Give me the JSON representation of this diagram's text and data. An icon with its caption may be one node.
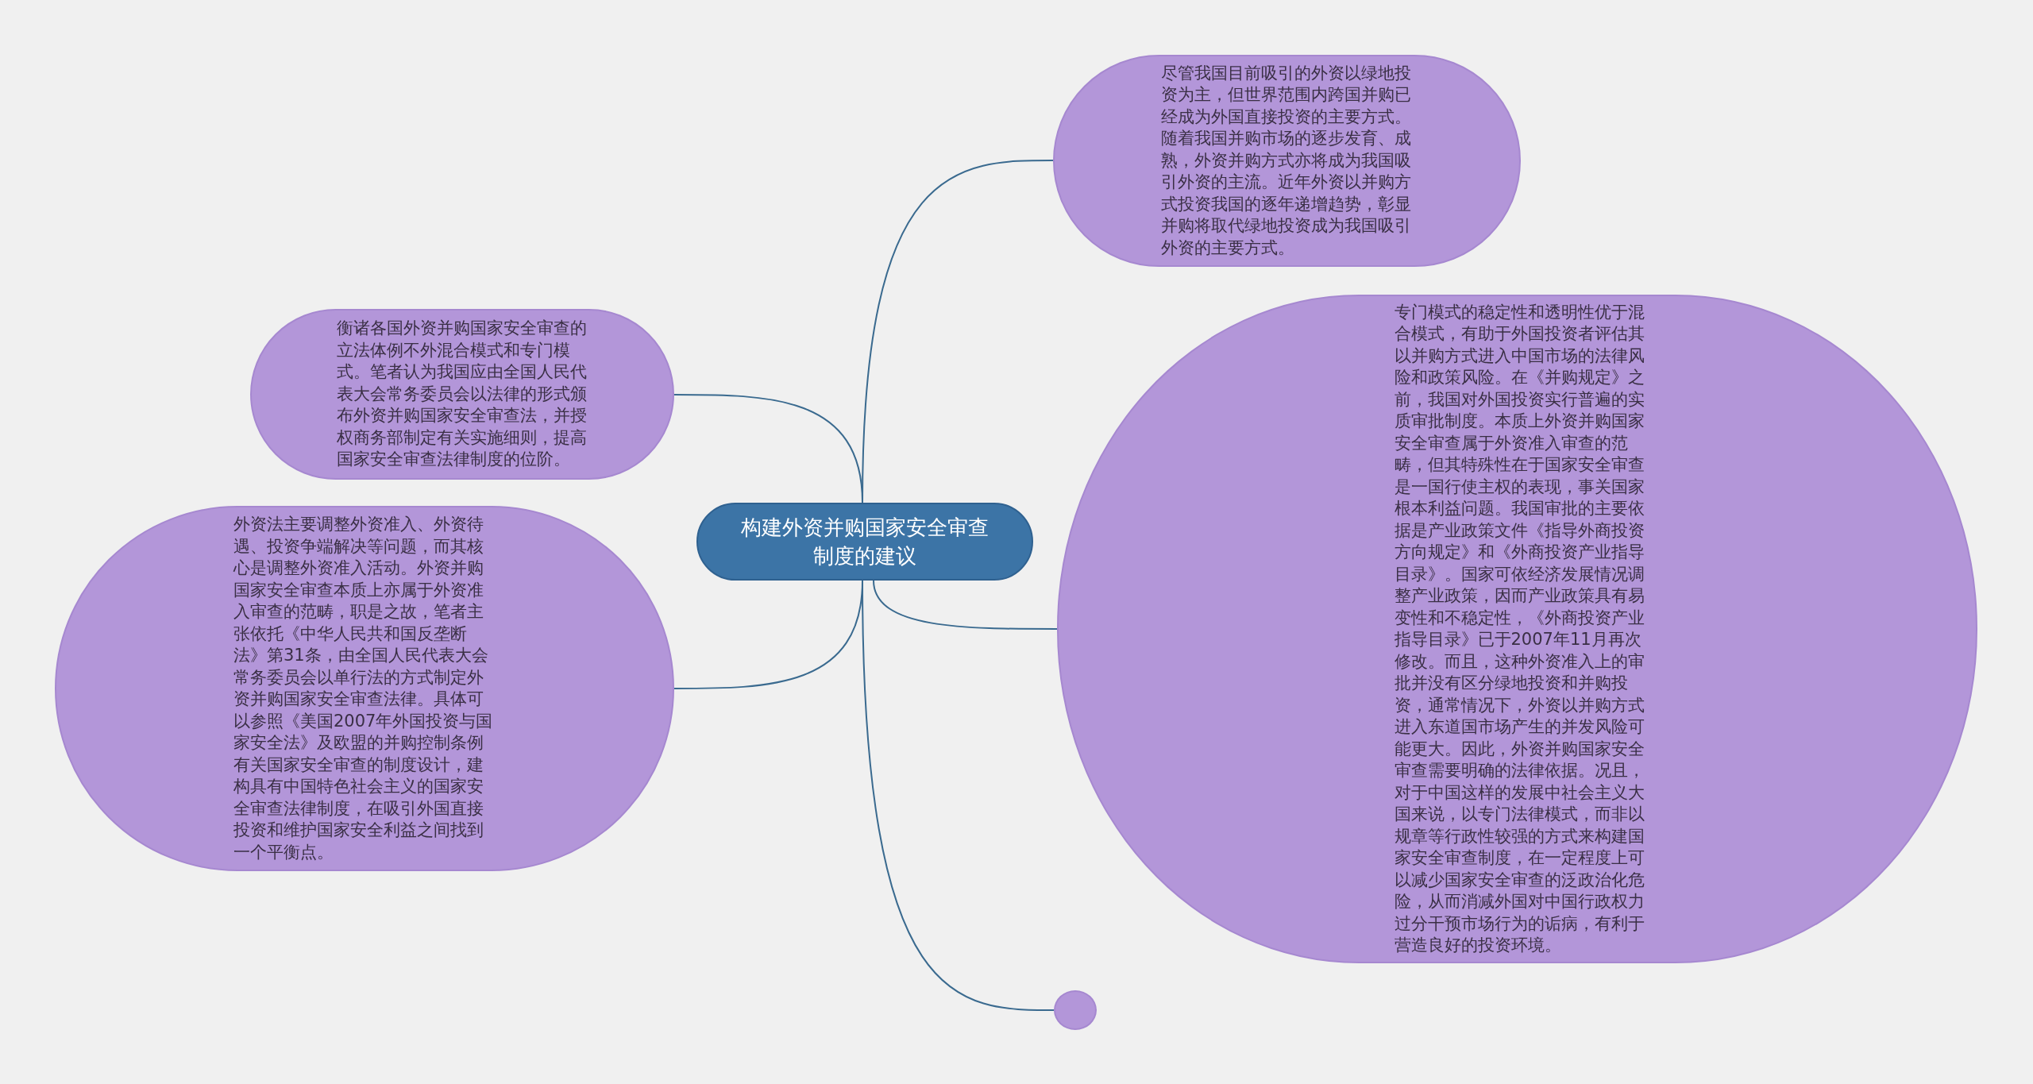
{
  "diagram": {
    "nodes": [
      {
        "text": [
          "构建外资并购国家安全审查制度的建议"
        ]
      },
      {
        "text": [
          "尽管我国目前吸引的外资以绿地投资为主，但世界范围内跨国并购已经成为外国直接投资的主要方式。随着我国并购市场的逐步发育、成熟，外资并购方式亦将成为我国吸引外资的主流。近年外资以并购方式投资我国的逐年递增趋势，彰显并购将取代绿地投资成为我国吸引外资的主要方式。"
        ]
      },
      {
        "text": [
          "衡诸各国外资并购国家安全审查的立法体例不外混合模式和专门模式。笔者认为我国应由全国人民代表大会常务委员会以法律的形式颁布外资并购国家安全审查法，并授权商务部制定有关实施细则，提高国家安全审查法律制度的位阶。"
        ]
      },
      {
        "text": [
          "专门模式的稳定性和透明性优于混合模式，有助于外国投资者评估其以并购方式进入中国市场的法律风险和政策风险。在《并购规定》之前，我国对外国投资实行普遍的实质审批制度。本质上外资并购国家安全审查属于外资准入审查的范畴，但其特殊性在于国家安全审查是一国行使主权的表现，事关国家根本利益问题。我国审批的主要依据是产业政策文件《指导外商投资方向规定》和《外商投资产业指导目录》。国家可依经济发展情况调整产业政策，因而产业政策具有易变性和不稳定性，《外商投资产业指导目录》已于2007年11月再次修改。而且，这种外资准入上的审批并没有区分绿地投资和并购投资，通常情况下，外资以并购方式进入东道国市场产生的并发风险可能更大。因此，外资并购国家安全审查需要明确的法律依据。况且，对于中国这样的发展中社会主义大国来说，以专门法律模式，而非以规章等行政性较强的方式来构建国家安全审查制度，在一定程度上可以减少国家安全审查的泛政治化危险，从而消减外国对中国行政权力过分干预市场行为的诟病，有利于营造良好的投资环境。"
        ]
      },
      {
        "text": [
          "外资法主要调整外资准入、外资待遇、投资争端解决等问题，而其核心是调整外资准入活动。外资并购国家安全审查本质上亦属于外资准入审查的范畴，职是之故，笔者主张依托《中华人民共和国反垄断法》第31条，由全国人民代表大会常务委员会以单行法的方式制定外资并购国家安全审查法律。具体可以参照《美国2007年外国投资与国家安全法》及欧盟的并购控制条例有关国家安全审查的制度设计，建构具有中国特色社会主义的国家安全审查法律制度，在吸引外国直接投资和维护国家安全利益之间找到一个平衡点。"
        ]
      },
      {
        "text": [],
        "shape": "circle"
      }
    ],
    "edges": [
      {
        "from": 0,
        "to": 1,
        "arrow": "none"
      },
      {
        "from": 0,
        "to": 2,
        "arrow": "none"
      },
      {
        "from": 0,
        "to": 3,
        "arrow": "none"
      },
      {
        "from": 0,
        "to": 4,
        "arrow": "none"
      },
      {
        "from": 0,
        "to": 5,
        "arrow": "none"
      }
    ]
  }
}
